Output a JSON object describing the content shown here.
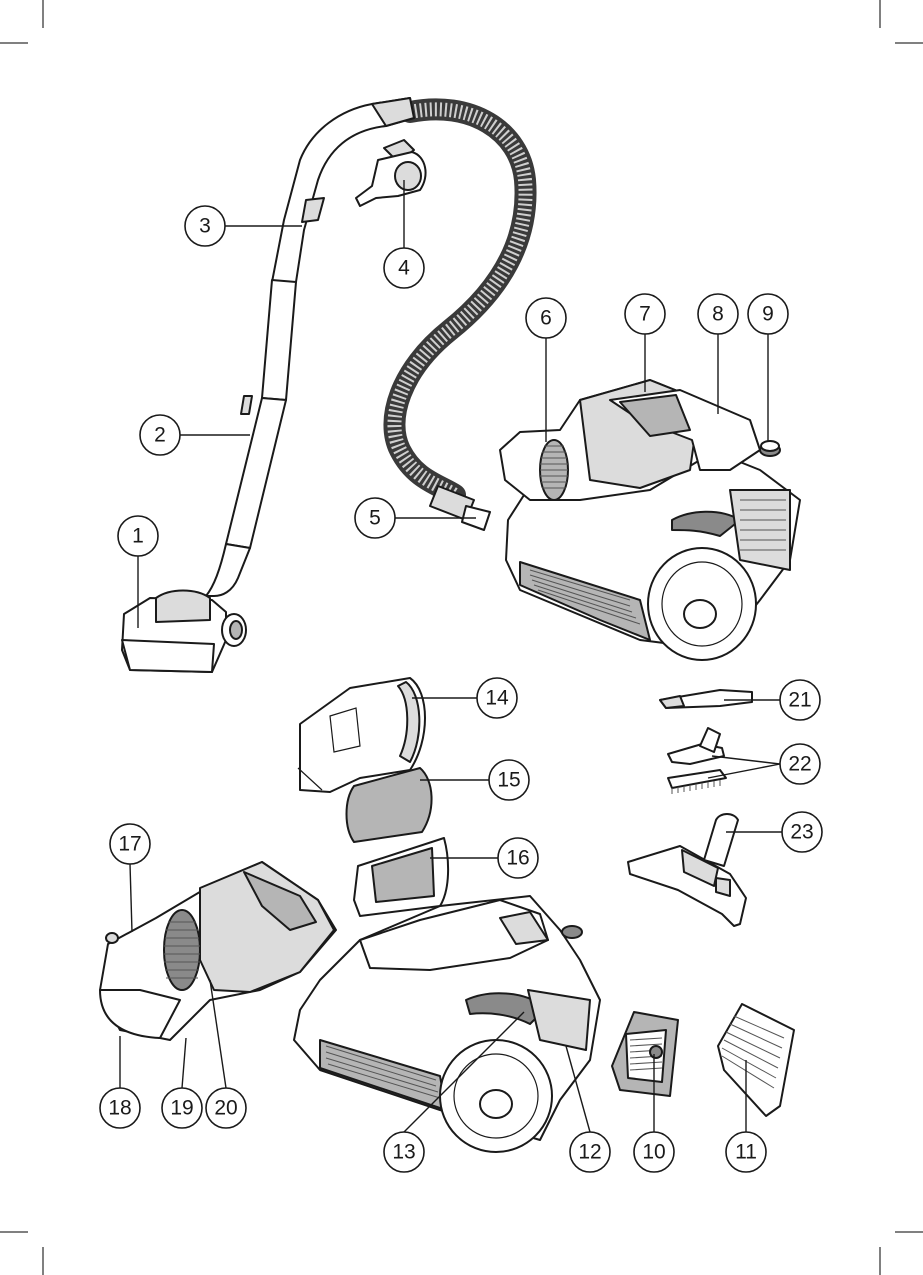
{
  "callouts": [
    {
      "id": "1",
      "label": "1"
    },
    {
      "id": "2",
      "label": "2"
    },
    {
      "id": "3",
      "label": "3"
    },
    {
      "id": "4",
      "label": "4"
    },
    {
      "id": "5",
      "label": "5"
    },
    {
      "id": "6",
      "label": "6"
    },
    {
      "id": "7",
      "label": "7"
    },
    {
      "id": "8",
      "label": "8"
    },
    {
      "id": "9",
      "label": "9"
    },
    {
      "id": "10",
      "label": "10"
    },
    {
      "id": "11",
      "label": "11"
    },
    {
      "id": "12",
      "label": "12"
    },
    {
      "id": "13",
      "label": "13"
    },
    {
      "id": "14",
      "label": "14"
    },
    {
      "id": "15",
      "label": "15"
    },
    {
      "id": "16",
      "label": "16"
    },
    {
      "id": "17",
      "label": "17"
    },
    {
      "id": "18",
      "label": "18"
    },
    {
      "id": "19",
      "label": "19"
    },
    {
      "id": "20",
      "label": "20"
    },
    {
      "id": "21",
      "label": "21"
    },
    {
      "id": "22",
      "label": "22"
    },
    {
      "id": "23",
      "label": "23"
    }
  ],
  "colors": {
    "line": "#1a1a1a",
    "shade": "#dcdcdc",
    "dark": "#8a8a8a",
    "background": "#ffffff"
  }
}
